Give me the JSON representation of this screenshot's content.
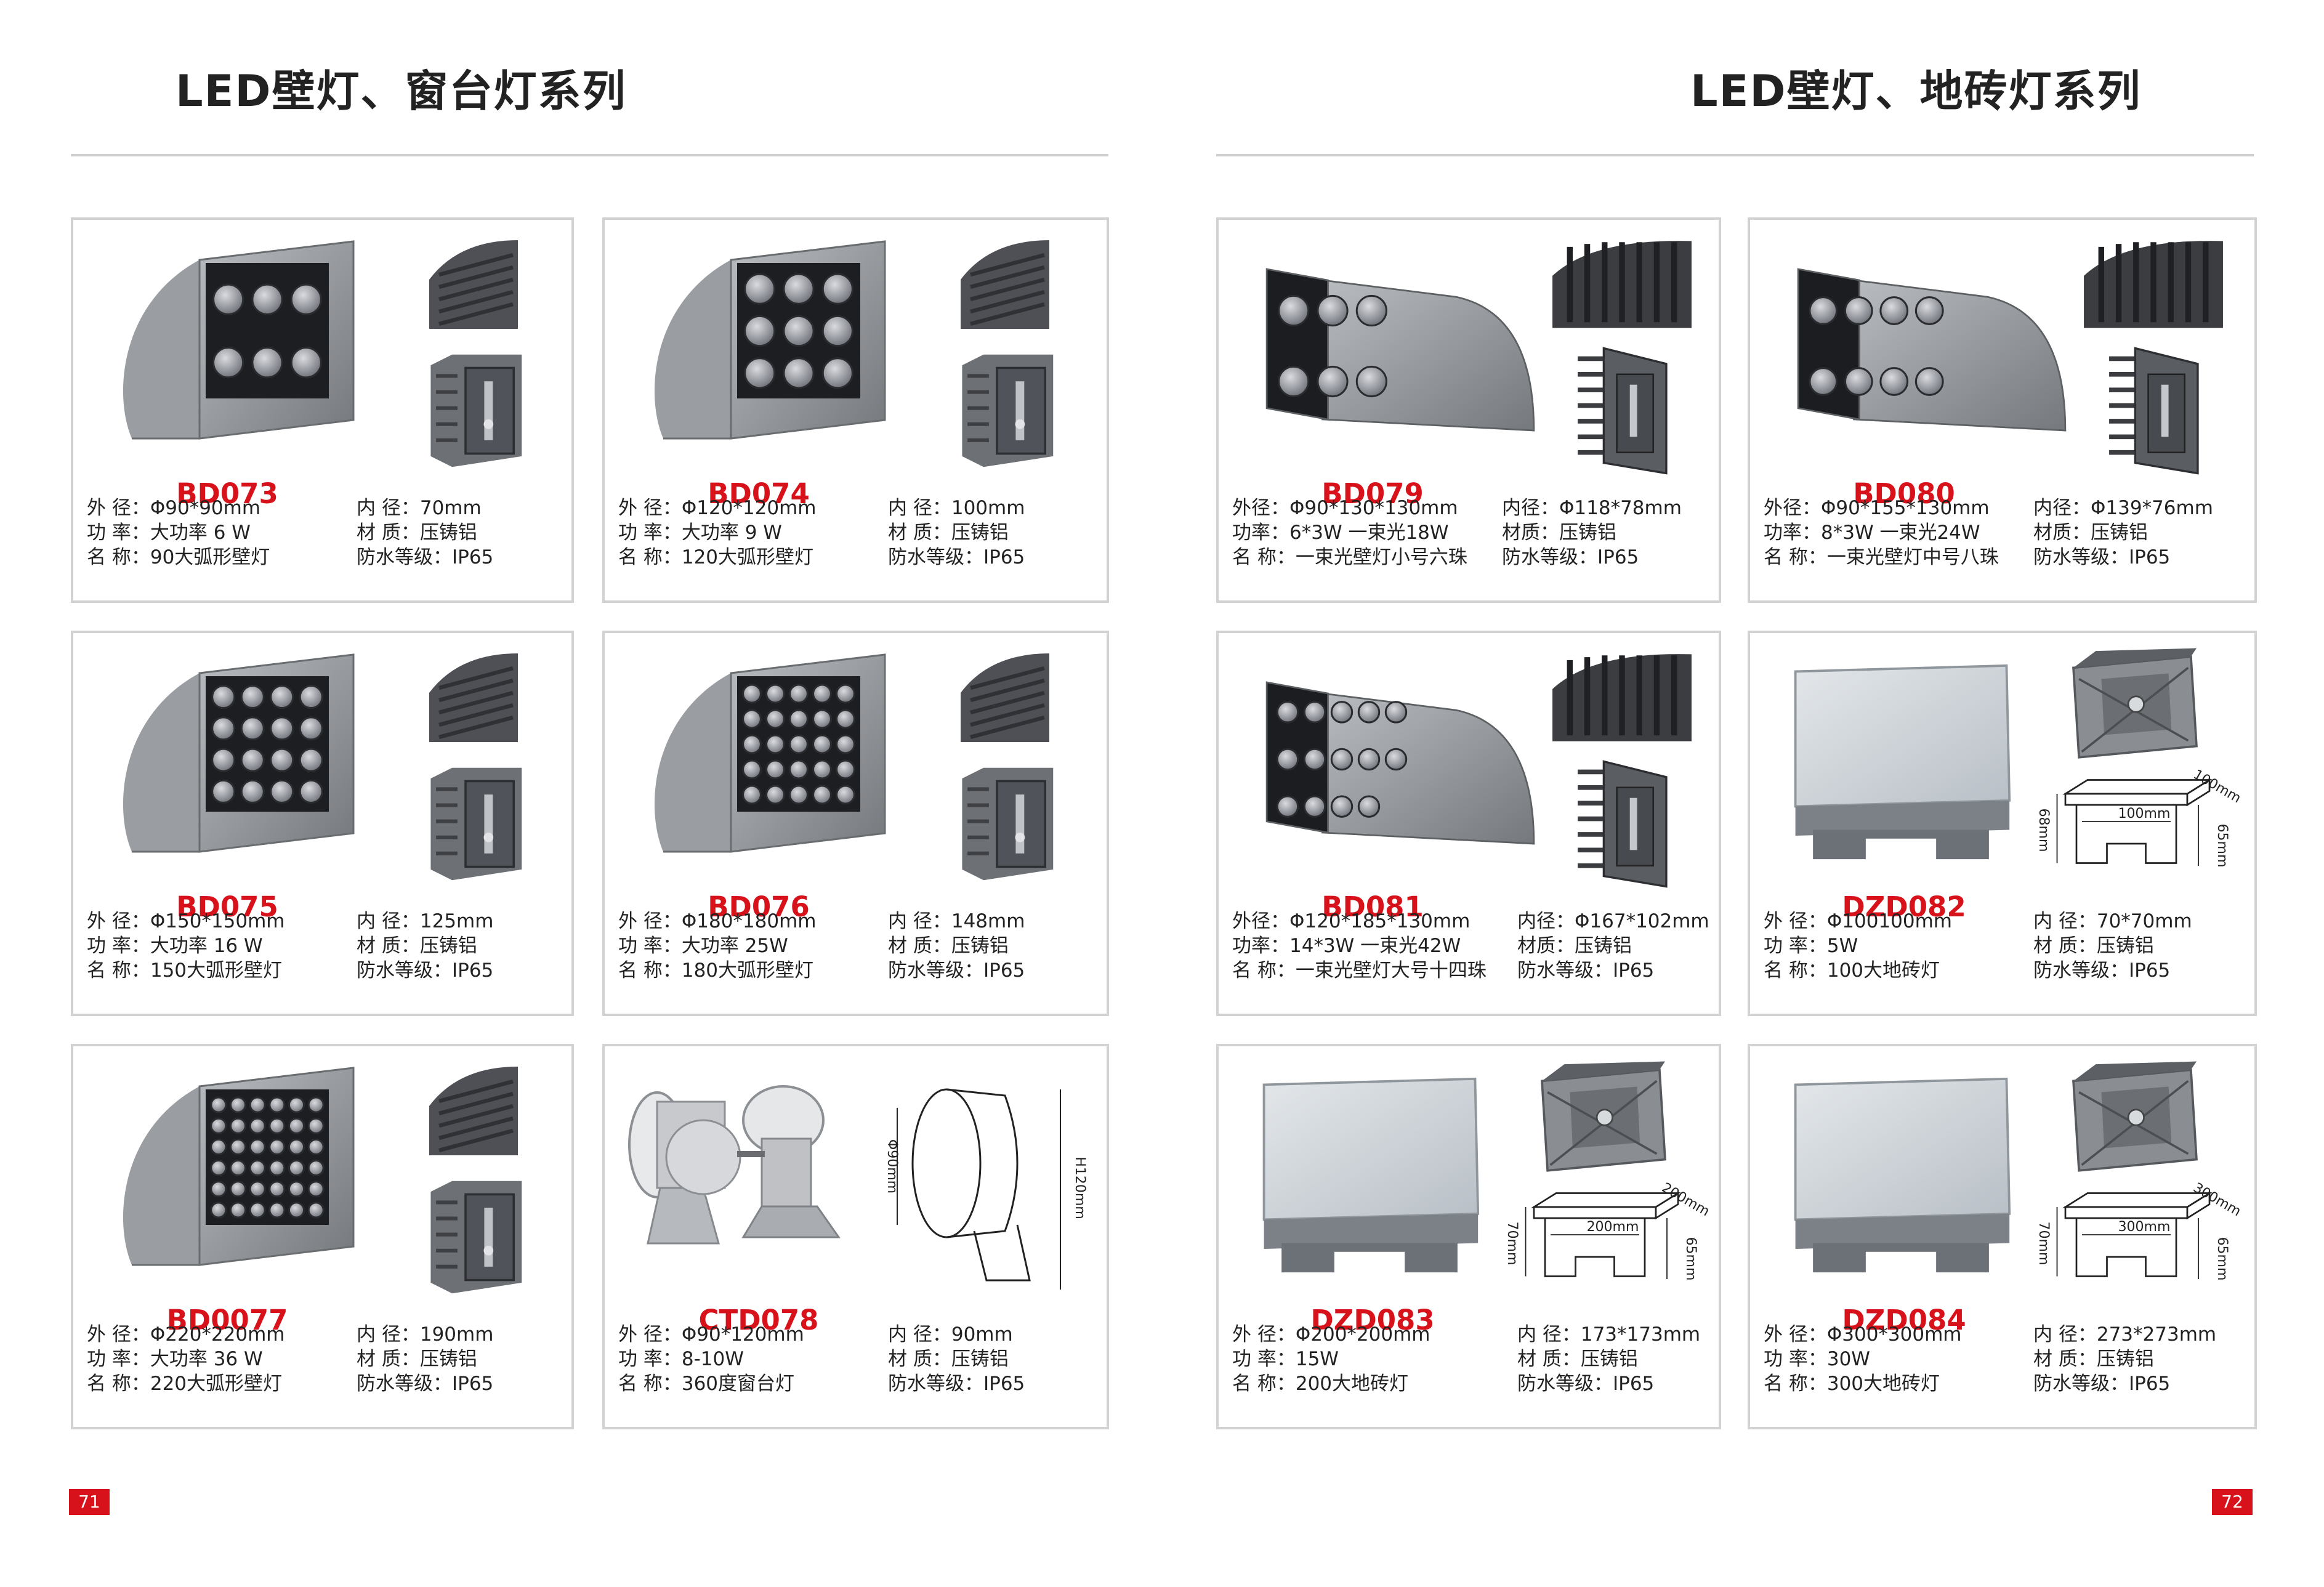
{
  "header": {
    "left_title": "LED壁灯、窗台灯系列",
    "right_title": "LED壁灯、地砖灯系列"
  },
  "footer": {
    "left_page": "71",
    "right_page": "72"
  },
  "colors": {
    "accent_red": "#d8121a",
    "housing_gray": "#8c8f93",
    "border_gray": "#d2d2d2"
  },
  "products": [
    {
      "code": "BD073",
      "outer": "外 径：Φ90*90mm",
      "power": "功 率：大功率 6 W",
      "name": "名 称：90大弧形壁灯",
      "inner": "内 径：70mm",
      "material": "材 质：压铸铝",
      "waterproof": "防水等级：IP65"
    },
    {
      "code": "BD074",
      "outer": "外 径：Φ120*120mm",
      "power": "功 率：大功率 9 W",
      "name": "名 称：120大弧形壁灯",
      "inner": "内 径：100mm",
      "material": "材 质：压铸铝",
      "waterproof": "防水等级：IP65"
    },
    {
      "code": "BD079",
      "outer": "外径：Φ90*130*130mm",
      "power": "功率：6*3W 一束光18W",
      "name": "名 称：一束光壁灯小号六珠",
      "inner": "内径：Φ118*78mm",
      "material": "材质：压铸铝",
      "waterproof": "防水等级：IP65"
    },
    {
      "code": "BD080",
      "outer": "外径：Φ90*155*130mm",
      "power": "功率：8*3W 一束光24W",
      "name": "名 称：一束光壁灯中号八珠",
      "inner": "内径：Φ139*76mm",
      "material": "材质：压铸铝",
      "waterproof": "防水等级：IP65"
    },
    {
      "code": "BD075",
      "outer": "外 径：Φ150*150mm",
      "power": "功 率：大功率 16 W",
      "name": "名 称：150大弧形壁灯",
      "inner": "内 径：125mm",
      "material": "材 质：压铸铝",
      "waterproof": "防水等级：IP65"
    },
    {
      "code": "BD076",
      "outer": "外 径：Φ180*180mm",
      "power": "功 率：大功率 25W",
      "name": "名 称：180大弧形壁灯",
      "inner": "内 径：148mm",
      "material": "材 质：压铸铝",
      "waterproof": "防水等级：IP65"
    },
    {
      "code": "BD081",
      "outer": "外径：Φ120*185*130mm",
      "power": "功率：14*3W 一束光42W",
      "name": "名 称：一束光壁灯大号十四珠",
      "inner": "内径：Φ167*102mm",
      "material": "材质：压铸铝",
      "waterproof": "防水等级：IP65"
    },
    {
      "code": "DZD082",
      "outer": "外 径：Φ100100mm",
      "power": "功 率：5W",
      "name": "名 称：100大地砖灯",
      "inner": "内 径：70*70mm",
      "material": "材 质：压铸铝",
      "waterproof": "防水等级：IP65"
    },
    {
      "code": "BD0077",
      "outer": "外 径：Φ220*220mm",
      "power": "功 率：大功率 36 W",
      "name": "名 称：220大弧形壁灯",
      "inner": "内 径：190mm",
      "material": "材 质：压铸铝",
      "waterproof": "防水等级：IP65"
    },
    {
      "code": "CTD078",
      "outer": "外 径：Φ90*120mm",
      "power": "功 率：8-10W",
      "name": "名 称：360度窗台灯",
      "inner": "内 径：90mm",
      "material": "材 质：压铸铝",
      "waterproof": "防水等级：IP65"
    },
    {
      "code": "DZD083",
      "outer": "外 径：Φ200*200mm",
      "power": "功 率：15W",
      "name": "名 称：200大地砖灯",
      "inner": "内 径：173*173mm",
      "material": "材 质：压铸铝",
      "waterproof": "防水等级：IP65"
    },
    {
      "code": "DZD084",
      "outer": "外 径：Φ300*300mm",
      "power": "功 率：30W",
      "name": "名 称：300大地砖灯",
      "inner": "内 径：273*273mm",
      "material": "材 质：压铸铝",
      "waterproof": "防水等级：IP65"
    }
  ],
  "dimension_labels": {
    "ctd078_diameter": "Φ90mm",
    "ctd078_height": "H120mm",
    "dzd082_width": "100mm",
    "dzd082_depth": "100mm",
    "dzd082_left_h": "68mm",
    "dzd082_right_h": "65mm",
    "dzd083_width": "200mm",
    "dzd083_depth": "200mm",
    "dzd083_left_h": "70mm",
    "dzd083_right_h": "65mm",
    "dzd084_width": "300mm",
    "dzd084_depth": "300mm",
    "dzd084_left_h": "70mm",
    "dzd084_right_h": "65mm"
  }
}
